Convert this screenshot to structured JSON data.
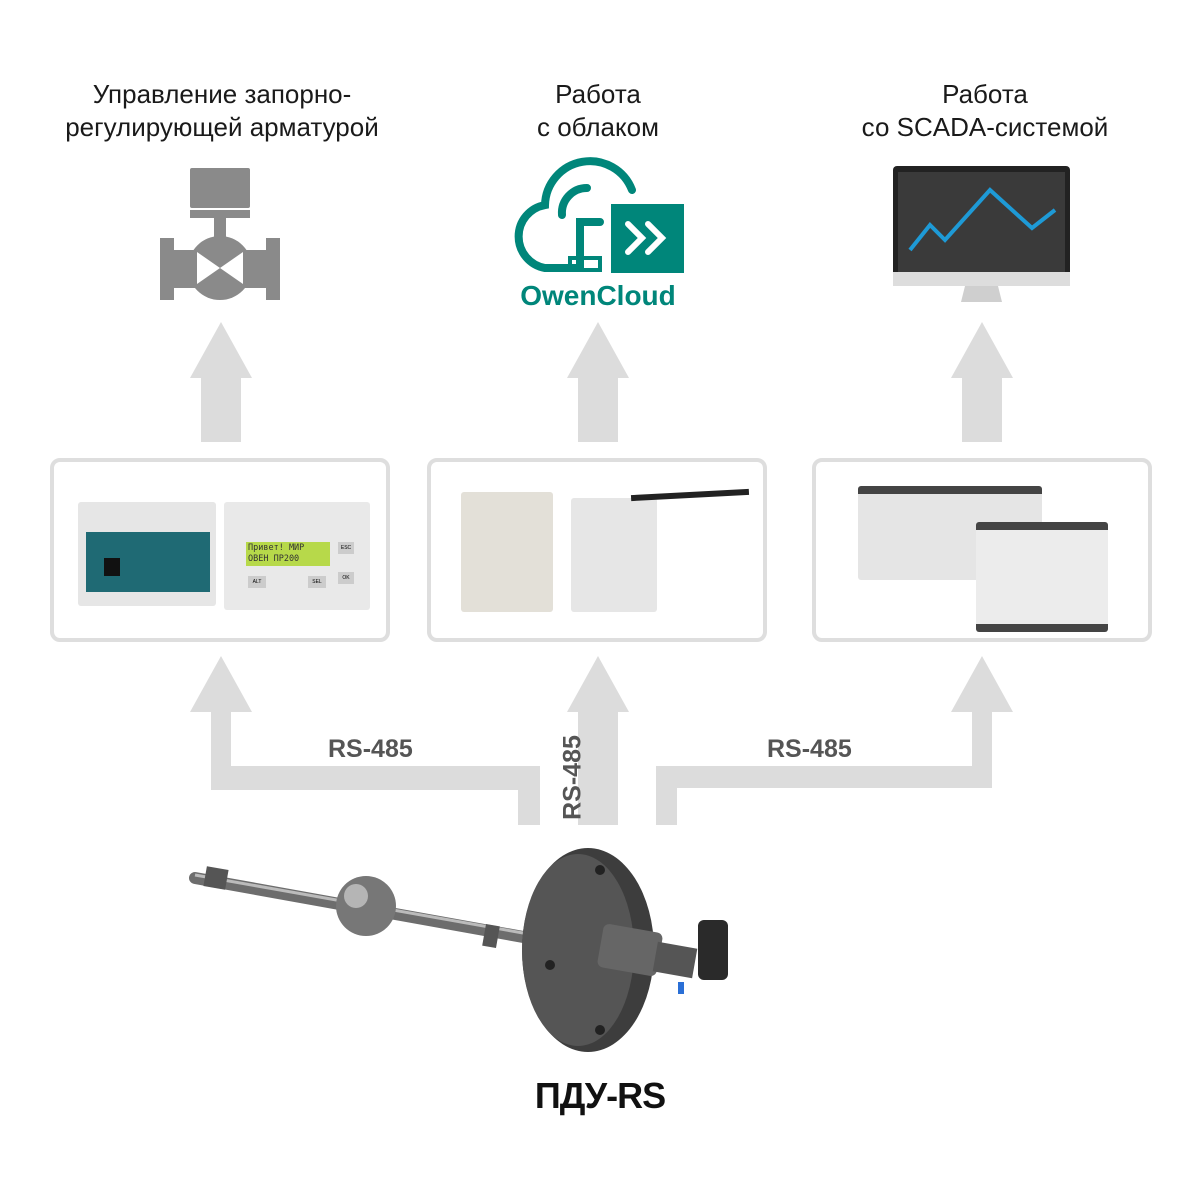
{
  "targets": [
    {
      "title": "Управление запорно-\nрегулирующей арматурой",
      "icon": "valve-icon"
    },
    {
      "title": "Работа\nс облаком",
      "icon": "owencloud-logo",
      "logo_text": "OwenCloud"
    },
    {
      "title": "Работа\nсо SCADA-системой",
      "icon": "monitor-chart-icon"
    }
  ],
  "devices": {
    "left": {
      "lcd_line1": "Привет! МИР",
      "lcd_line2": "ОВЕН ПР200",
      "buttons": [
        "ALT",
        "SEL",
        "ESC",
        "OK"
      ]
    },
    "middle": {},
    "right": {}
  },
  "links": {
    "left": "RS-485",
    "middle": "RS-485",
    "right": "RS-485"
  },
  "sensor": {
    "name": "ПДУ-RS"
  },
  "colors": {
    "arrow": "#dcdcdc",
    "teal": "#00867a",
    "icon_gray": "#8a8a8a",
    "chart_line": "#1e9ad6"
  }
}
